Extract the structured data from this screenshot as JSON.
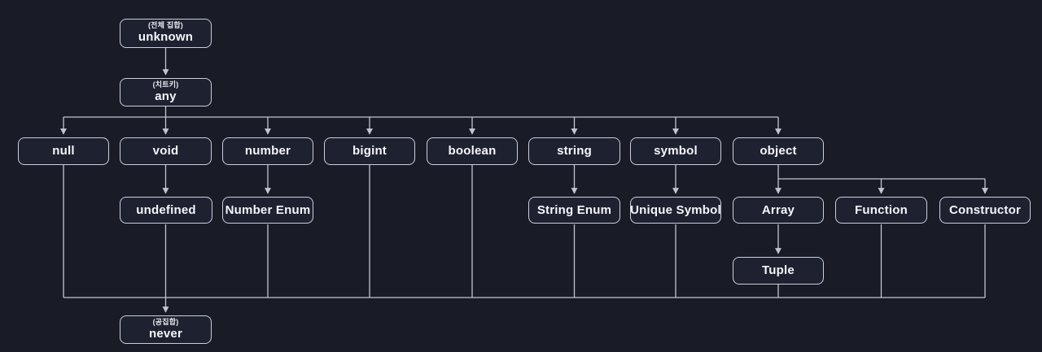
{
  "diagram": {
    "description": "TypeScript type hierarchy diagram",
    "colors": {
      "bg": "#191b27",
      "node_fill": "#1e2130",
      "node_border": "#ccd0db",
      "connector": "#c2c5d1",
      "text": "#f5f6fa"
    },
    "nodes": {
      "unknown": {
        "sublabel": "(전체 집합)",
        "label": "unknown"
      },
      "any": {
        "sublabel": "(치트키)",
        "label": "any"
      },
      "null": {
        "label": "null"
      },
      "void": {
        "label": "void"
      },
      "number": {
        "label": "number"
      },
      "bigint": {
        "label": "bigint"
      },
      "boolean": {
        "label": "boolean"
      },
      "string": {
        "label": "string"
      },
      "symbol": {
        "label": "symbol"
      },
      "object": {
        "label": "object"
      },
      "undefined": {
        "label": "undefined"
      },
      "numberEnum": {
        "label": "Number Enum"
      },
      "stringEnum": {
        "label": "String Enum"
      },
      "uniqueSymbol": {
        "label": "Unique Symbol"
      },
      "array": {
        "label": "Array"
      },
      "func": {
        "label": "Function"
      },
      "ctor": {
        "label": "Constructor"
      },
      "tuple": {
        "label": "Tuple"
      },
      "never": {
        "sublabel": "(공집합)",
        "label": "never"
      }
    },
    "edges": [
      {
        "from": "unknown",
        "to": "any"
      },
      {
        "from": "any",
        "to": "null"
      },
      {
        "from": "any",
        "to": "void"
      },
      {
        "from": "any",
        "to": "number"
      },
      {
        "from": "any",
        "to": "bigint"
      },
      {
        "from": "any",
        "to": "boolean"
      },
      {
        "from": "any",
        "to": "string"
      },
      {
        "from": "any",
        "to": "symbol"
      },
      {
        "from": "any",
        "to": "object"
      },
      {
        "from": "void",
        "to": "undefined"
      },
      {
        "from": "number",
        "to": "numberEnum"
      },
      {
        "from": "string",
        "to": "stringEnum"
      },
      {
        "from": "symbol",
        "to": "uniqueSymbol"
      },
      {
        "from": "object",
        "to": "array"
      },
      {
        "from": "object",
        "to": "func"
      },
      {
        "from": "object",
        "to": "ctor"
      },
      {
        "from": "array",
        "to": "tuple"
      },
      {
        "from": "null",
        "to": "never"
      },
      {
        "from": "undefined",
        "to": "never"
      },
      {
        "from": "numberEnum",
        "to": "never"
      },
      {
        "from": "bigint",
        "to": "never"
      },
      {
        "from": "boolean",
        "to": "never"
      },
      {
        "from": "stringEnum",
        "to": "never"
      },
      {
        "from": "uniqueSymbol",
        "to": "never"
      },
      {
        "from": "tuple",
        "to": "never"
      },
      {
        "from": "func",
        "to": "never"
      },
      {
        "from": "ctor",
        "to": "never"
      }
    ]
  }
}
